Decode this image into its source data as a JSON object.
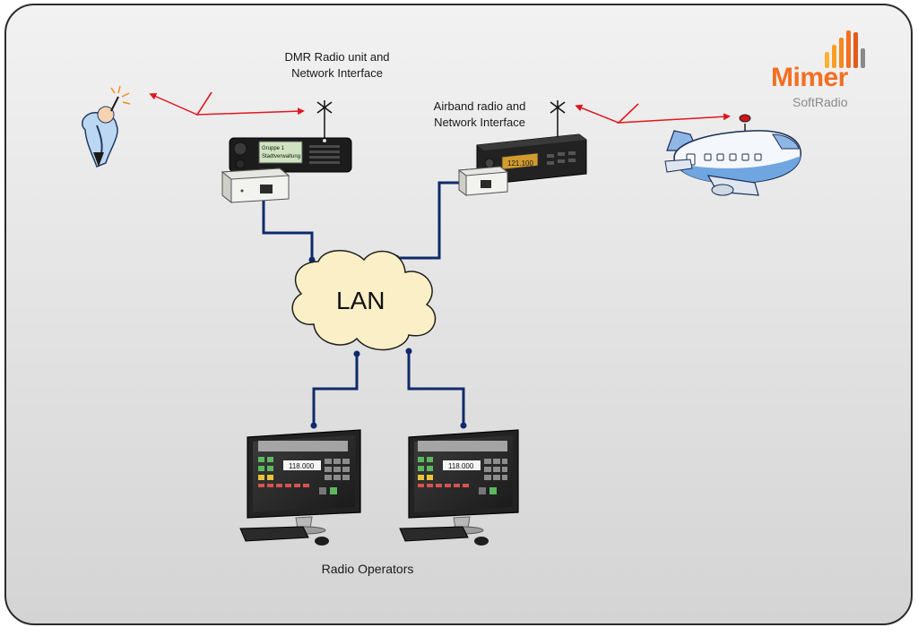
{
  "labels": {
    "dmr_unit": [
      "DMR Radio unit and",
      "Network Interface"
    ],
    "airband_unit": [
      "Airband radio and",
      "Network Interface"
    ],
    "lan": "LAN",
    "operators": "Radio Operators",
    "dmr_display_line1": "Gruppe 1",
    "dmr_display_line2": "Stadtverwaltung",
    "airband_display": "121.100",
    "console_freq": "118.000"
  },
  "logo": {
    "name": "Mimer",
    "sub": "SoftRadio",
    "brand_color": "#f36f21",
    "bar_colors": [
      "#f9b233",
      "#f7a024",
      "#f48a1f",
      "#f36f21",
      "#e25a1c",
      "#888888"
    ]
  },
  "colors": {
    "background": "#e3e3e3",
    "border": "#2b2b2b",
    "cable": "#0f2a6b",
    "radio_link": "#e0171e",
    "cloud_fill": "#fbefc7",
    "cloud_stroke": "#1e1e1e"
  },
  "icons": [
    "person-with-radio-icon",
    "antenna-icon",
    "airplane-icon",
    "monitor-icon",
    "keyboard-icon",
    "mouse-icon"
  ]
}
